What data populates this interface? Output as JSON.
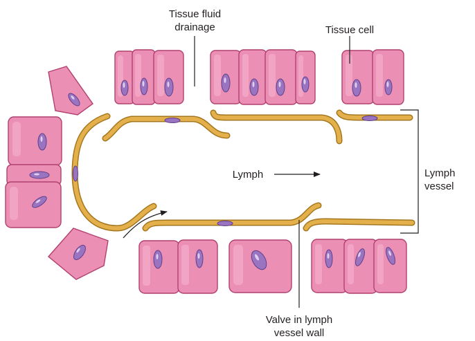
{
  "labels": {
    "tissue_fluid_drainage": [
      "Tissue fluid",
      "drainage"
    ],
    "tissue_cell": "Tissue cell",
    "lymph": "Lymph",
    "lymph_vessel": [
      "Lymph",
      "vessel"
    ],
    "valve_in_lymph_vessel_wall": [
      "Valve in lymph",
      "vessel wall"
    ]
  },
  "colors": {
    "cell_fill": "#ec8fb5",
    "cell_outline": "#b1406f",
    "nucleus": "#9b74c1",
    "vessel_wall": "#e3b04b",
    "vessel_wall_edge": "#a4761e",
    "text": "#231f20"
  }
}
